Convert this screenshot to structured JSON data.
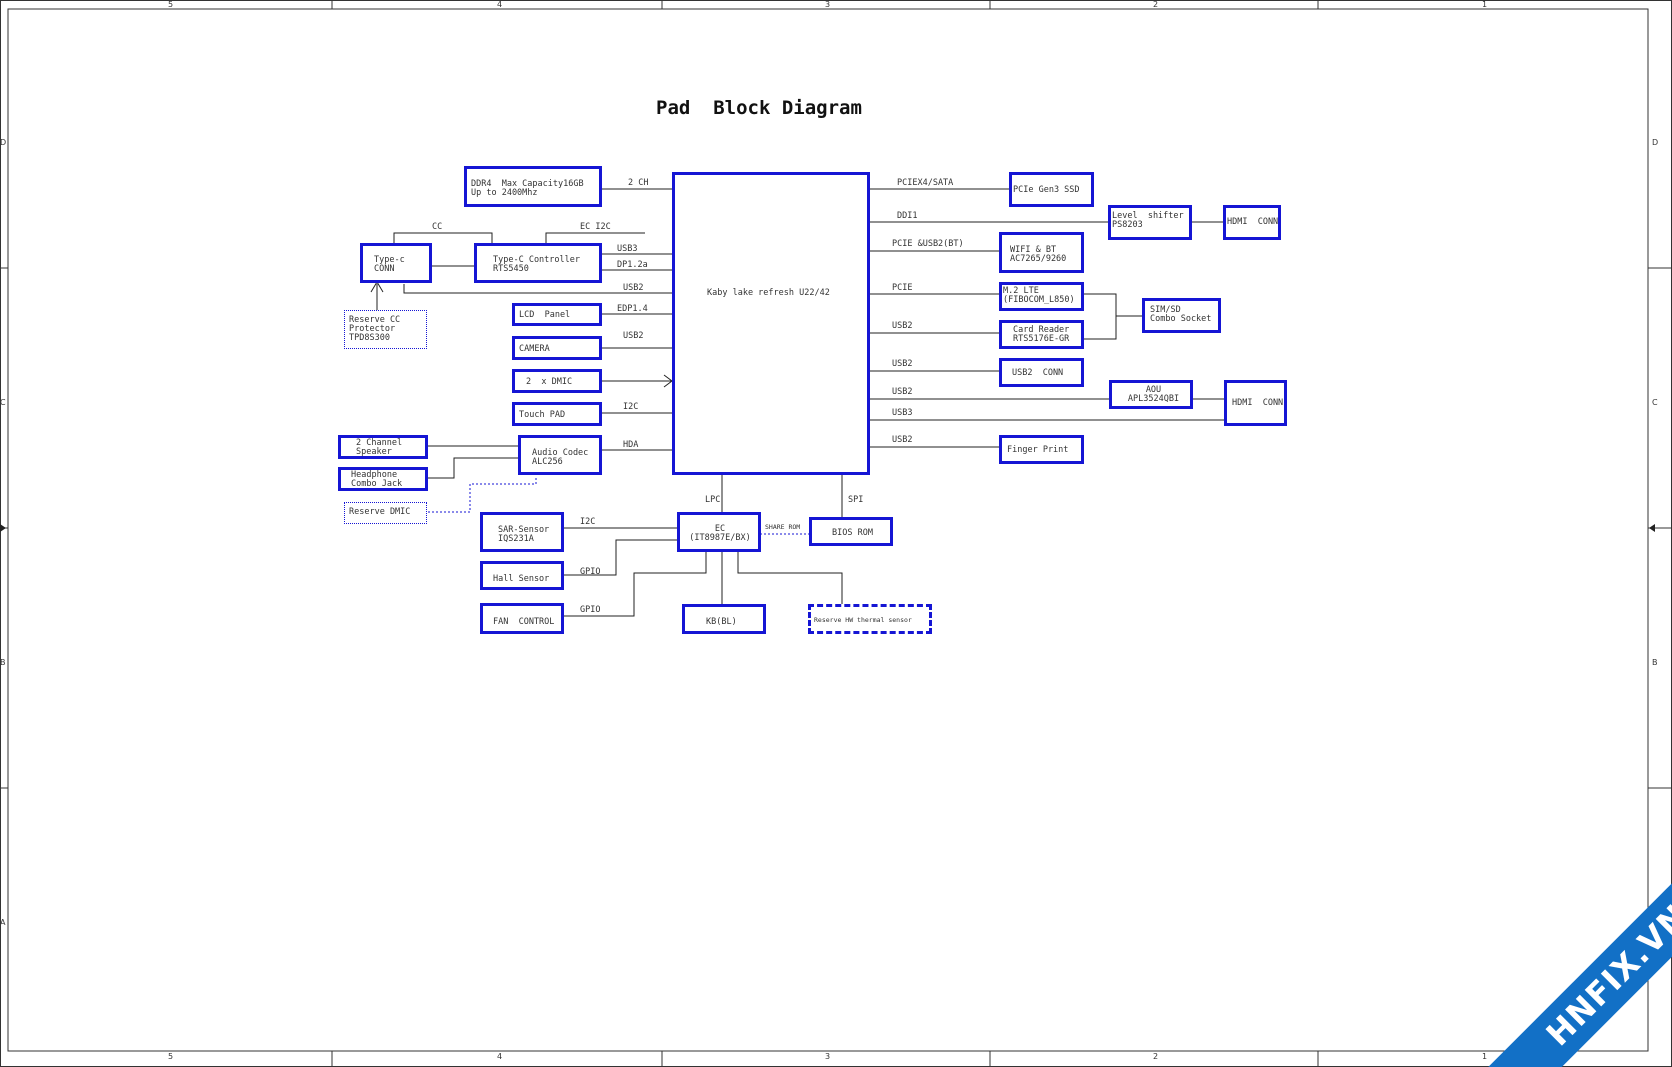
{
  "title": "Pad  Block Diagram",
  "frame": {
    "col_labels": [
      "5",
      "4",
      "3",
      "2",
      "1"
    ],
    "row_labels": [
      "D",
      "C",
      "B",
      "A"
    ]
  },
  "blocks": {
    "ddr4": "DDR4  Max Capacity16GB\nUp to 2400Mhz",
    "typec_conn": "Type-c\nCONN",
    "typec_ctrl": "Type-C Controller\nRTS5450",
    "reserve_cc": "Reserve CC\nProtector\nTPD8S300",
    "lcd_panel": "LCD  Panel",
    "camera": "CAMERA",
    "dmic": "2  x DMIC",
    "touch_pad": "Touch PAD",
    "speaker": "2 Channel\nSpeaker",
    "headphone": "Headphone\nCombo Jack",
    "reserve_dmic": "Reserve DMIC",
    "audio_codec": "Audio Codec\nALC256",
    "cpu": "Kaby lake refresh U22/42",
    "sar_sensor": "SAR-Sensor\nIQS231A",
    "hall_sensor": "Hall Sensor",
    "fan_control": "FAN  CONTROL",
    "ec": "EC\n(IT8987E/BX)",
    "kb": "KB(BL)",
    "bios_rom": "BIOS ROM",
    "reserve_thermal": "Reserve HW thermal sensor",
    "pcie_ssd": "PCIe Gen3 SSD",
    "level_shifter": "Level  shifter\nPS8203",
    "hdmi_conn_top": "HDMI  CONN",
    "wifi_bt": "WIFI & BT\nAC7265/9260",
    "m2_lte": "M.2 LTE\n(FIBOCOM_L850)",
    "card_reader": "Card Reader\nRTS5176E-GR",
    "sim_sd": "SIM/SD\nCombo Socket",
    "usb2_conn": "USB2  CONN",
    "aou": "AOU\nAPL3524QBI",
    "hdmi_conn_bottom": "HDMI  CONN",
    "finger_print": "Finger Print"
  },
  "labels": {
    "ch2": "2 CH",
    "cc": "CC",
    "ec_i2c": "EC I2C",
    "usb3_typec": "USB3",
    "dp12a": "DP1.2a",
    "usb2_typec": "USB2",
    "edp14": "EDP1.4",
    "usb2_camera": "USB2",
    "i2c_touch": "I2C",
    "hda": "HDA",
    "lpc": "LPC",
    "spi": "SPI",
    "share_rom": "SHARE ROM",
    "i2c_sar": "I2C",
    "gpio_hall": "GPIO",
    "gpio_fan": "GPIO",
    "pciex4_sata": "PCIEX4/SATA",
    "ddi1": "DDI1",
    "pcie_usb2_bt": "PCIE &USB2(BT)",
    "pcie_lte": "PCIE",
    "usb2_card": "USB2",
    "usb2_conn_bus": "USB2",
    "usb2_aou": "USB2",
    "usb3_hdmi": "USB3",
    "usb2_finger": "USB2"
  },
  "watermark": "HNFIX.VN",
  "colors": {
    "block_border": "#1515d4",
    "line": "#222222",
    "watermark_band": "#1270c6"
  }
}
